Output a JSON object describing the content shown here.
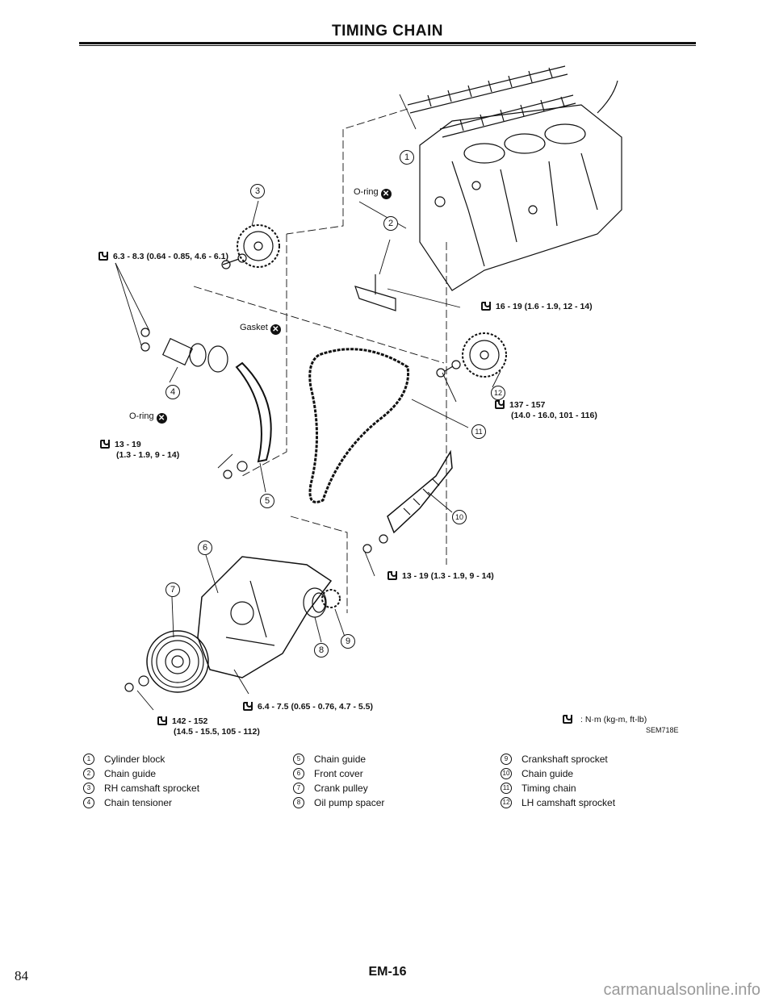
{
  "header": {
    "title": "TIMING CHAIN"
  },
  "torque_specs": [
    {
      "id": "tq-rh-sprocket-washer",
      "line1": "6.3 - 8.3 (0.64 - 0.85, 4.6 - 6.1)",
      "line2": ""
    },
    {
      "id": "tq-chain-guide-top",
      "line1": "16 - 19 (1.6 - 1.9, 12 - 14)",
      "line2": ""
    },
    {
      "id": "tq-lh-sprocket",
      "line1": "137 - 157",
      "line2": "(14.0 - 16.0, 101 - 116)"
    },
    {
      "id": "tq-tensioner-guide",
      "line1": "13 - 19",
      "line2": "(1.3 - 1.9, 9 - 14)"
    },
    {
      "id": "tq-chain-guide-lower",
      "line1": "13 - 19 (1.3 - 1.9, 9 - 14)",
      "line2": ""
    },
    {
      "id": "tq-front-cover",
      "line1": "6.4 - 7.5 (0.65 - 0.76, 4.7 - 5.5)",
      "line2": ""
    },
    {
      "id": "tq-crank-pulley",
      "line1": "142 - 152",
      "line2": "(14.5 - 15.5, 105 - 112)"
    }
  ],
  "callouts": {
    "oring_top": "O-ring",
    "oring_left": "O-ring",
    "gasket": "Gasket",
    "replace_symbol": "✕"
  },
  "part_numbers": [
    "1",
    "2",
    "3",
    "4",
    "5",
    "6",
    "7",
    "8",
    "9",
    "10",
    "11",
    "12"
  ],
  "units_note": {
    "text": ": N·m (kg-m, ft-lb)",
    "code": "SEM718E"
  },
  "legend": {
    "col1": [
      {
        "num": "1",
        "label": "Cylinder block"
      },
      {
        "num": "2",
        "label": "Chain guide"
      },
      {
        "num": "3",
        "label": "RH camshaft sprocket"
      },
      {
        "num": "4",
        "label": "Chain tensioner"
      }
    ],
    "col2": [
      {
        "num": "5",
        "label": "Chain guide"
      },
      {
        "num": "6",
        "label": "Front cover"
      },
      {
        "num": "7",
        "label": "Crank pulley"
      },
      {
        "num": "8",
        "label": "Oil pump spacer"
      }
    ],
    "col3": [
      {
        "num": "9",
        "label": "Crankshaft sprocket"
      },
      {
        "num": "10",
        "label": "Chain guide"
      },
      {
        "num": "11",
        "label": "Timing chain"
      },
      {
        "num": "12",
        "label": "LH camshaft sprocket"
      }
    ]
  },
  "footer": {
    "page_ref": "EM-16",
    "page_number": "84",
    "watermark": "carmanualsonline.info"
  }
}
